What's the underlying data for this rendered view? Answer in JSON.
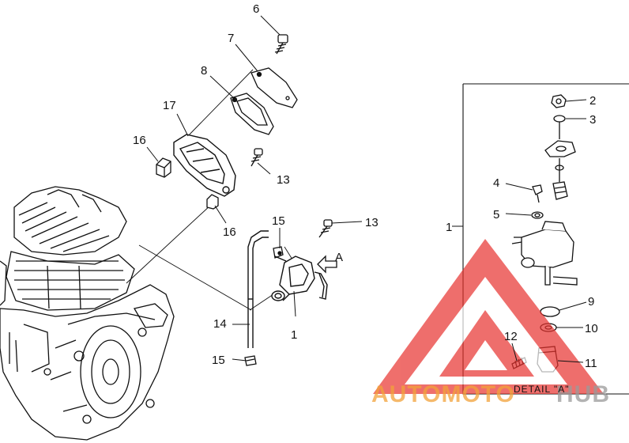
{
  "callouts": {
    "c1_main": "1",
    "c1_detail": "1",
    "c2": "2",
    "c3": "3",
    "c4": "4",
    "c5": "5",
    "c6": "6",
    "c7": "7",
    "c8": "8",
    "c9": "9",
    "c10": "10",
    "c11": "11",
    "c12": "12",
    "c13_upper": "13",
    "c13_lower": "13",
    "c14": "14",
    "c15_upper": "15",
    "c15_lower": "15",
    "c16_left": "16",
    "c16_right": "16",
    "c17": "17"
  },
  "view_marker": "A",
  "detail_caption": "DETAIL \"A\"",
  "watermark": {
    "text_a": "AUTOMOTO",
    "text_b": "HUB",
    "color_a": "#f2a23a",
    "color_b": "#9a9a9a",
    "triangle_color": "#e8322e"
  }
}
